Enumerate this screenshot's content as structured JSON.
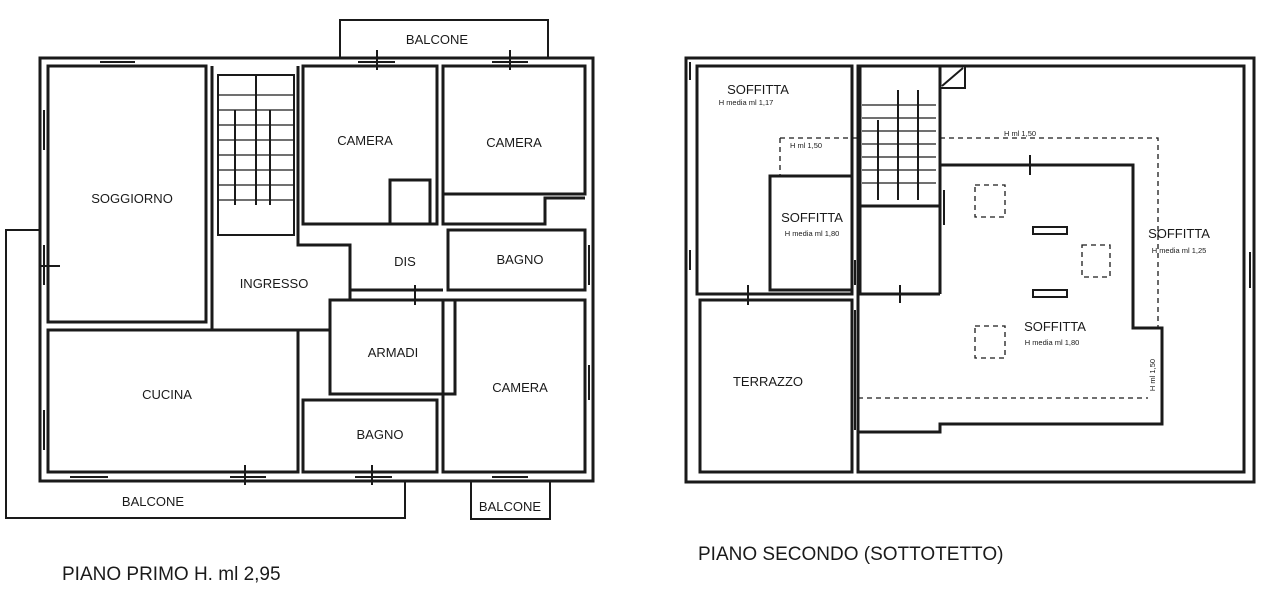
{
  "first_floor": {
    "caption": "PIANO PRIMO H. ml 2,95",
    "rooms": {
      "soggiorno": "SOGGIORNO",
      "camera_1": "CAMERA",
      "camera_2": "CAMERA",
      "camera_3": "CAMERA",
      "ingresso": "INGRESSO",
      "dis": "DIS",
      "bagno_1": "BAGNO",
      "bagno_2": "BAGNO",
      "armadi": "ARMADI",
      "cucina": "CUCINA",
      "balcone_top": "BALCONE",
      "balcone_bottom": "BALCONE",
      "balcone_small": "BALCONE"
    }
  },
  "second_floor": {
    "caption": "PIANO SECONDO (SOTTOTETTO)",
    "rooms": {
      "soffitta_1": "SOFFITTA",
      "soffitta_1_note": "H media ml 1,17",
      "soffitta_2": "SOFFITTA",
      "soffitta_2_note": "H media ml 1,80",
      "soffitta_3": "SOFFITTA",
      "soffitta_3_note": "H media ml 1,25",
      "soffitta_4": "SOFFITTA",
      "soffitta_4_note": "H media ml 1,80",
      "terrazzo": "TERRAZZO",
      "h_label_1": "H ml 1,50",
      "h_label_2": "H ml 1,50",
      "h_label_3": "H ml 1,50"
    }
  }
}
